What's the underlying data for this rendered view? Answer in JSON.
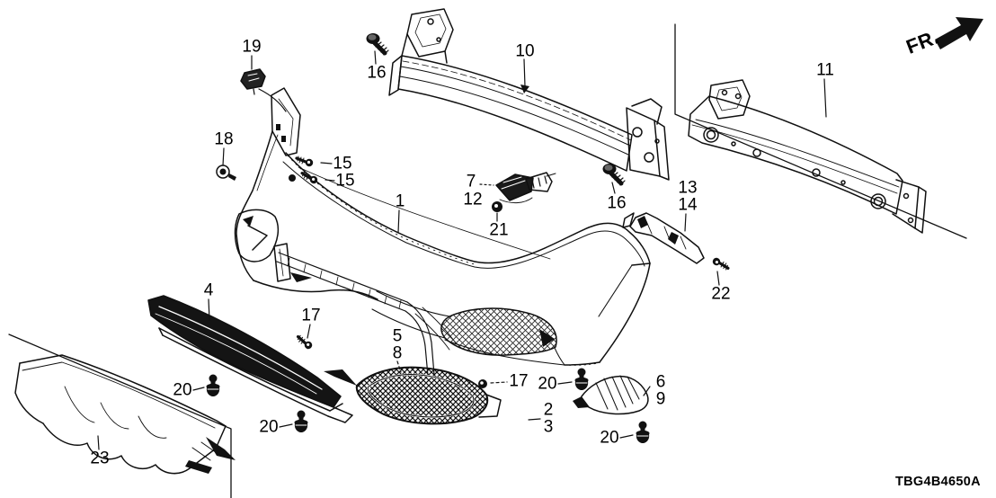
{
  "diagram": {
    "code": "TBG4B4650A",
    "direction_label": "FR.",
    "background_color": "#ffffff",
    "line_color": "#101010",
    "fill_color": "#111111"
  },
  "callouts": {
    "c1": "1",
    "c2": "2",
    "c3": "3",
    "c4": "4",
    "c5": "5",
    "c6": "6",
    "c7": "7",
    "c8": "8",
    "c9": "9",
    "c10": "10",
    "c11": "11",
    "c12": "12",
    "c13": "13",
    "c14": "14",
    "c15a": "15",
    "c15b": "15",
    "c16a": "16",
    "c16b": "16",
    "c17a": "17",
    "c17b": "17",
    "c18": "18",
    "c19": "19",
    "c20a": "20",
    "c20b": "20",
    "c20c": "20",
    "c20d": "20",
    "c21": "21",
    "c22": "22",
    "c23": "23"
  }
}
